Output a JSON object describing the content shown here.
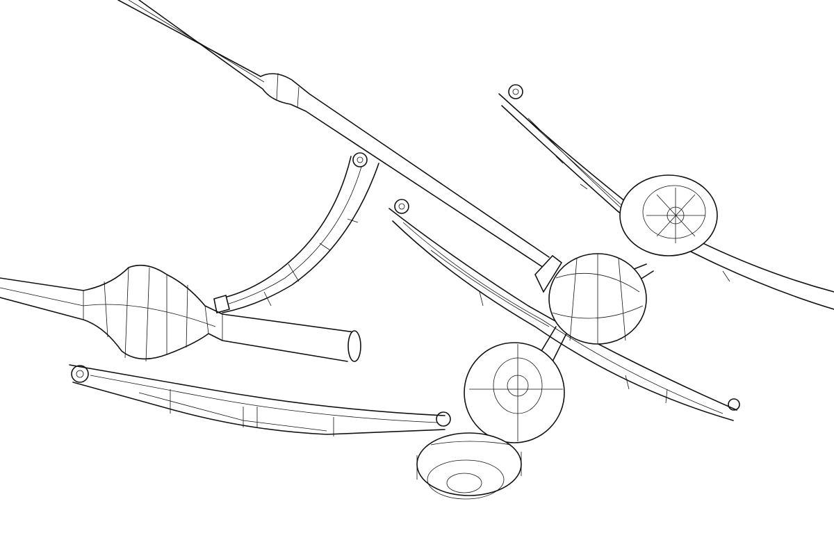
{
  "drawing": {
    "style": "wireframe-line-art",
    "colors": {
      "background": "#ffffff",
      "stroke": "#111111"
    },
    "parts": [
      "drive-shaft",
      "leaf-spring",
      "leaf-spring",
      "leaf-spring",
      "leaf-spring",
      "axle-housing",
      "brake-drum",
      "brake-drum",
      "brake-drum",
      "brake-drum"
    ]
  }
}
